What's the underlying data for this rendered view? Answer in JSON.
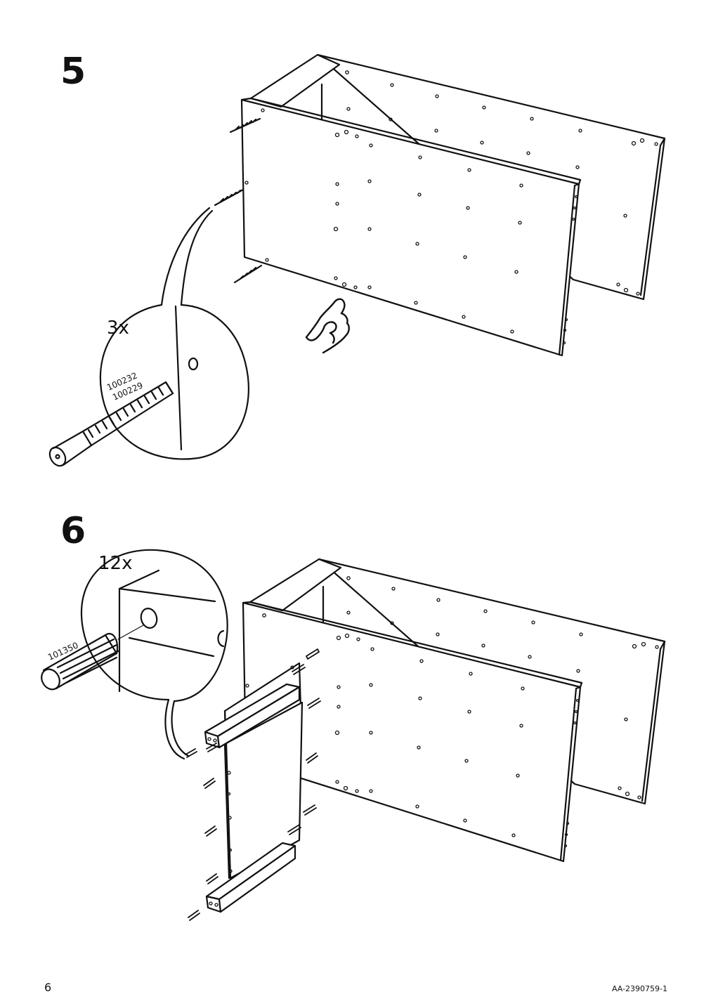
{
  "steps": [
    {
      "number": "5",
      "quantity": "3x",
      "part_codes": [
        "100232",
        "100229"
      ]
    },
    {
      "number": "6",
      "quantity": "12x",
      "part_codes": [
        "101350"
      ]
    }
  ],
  "footer": {
    "page_number": "6",
    "document_code": "AA-2390759-1"
  }
}
